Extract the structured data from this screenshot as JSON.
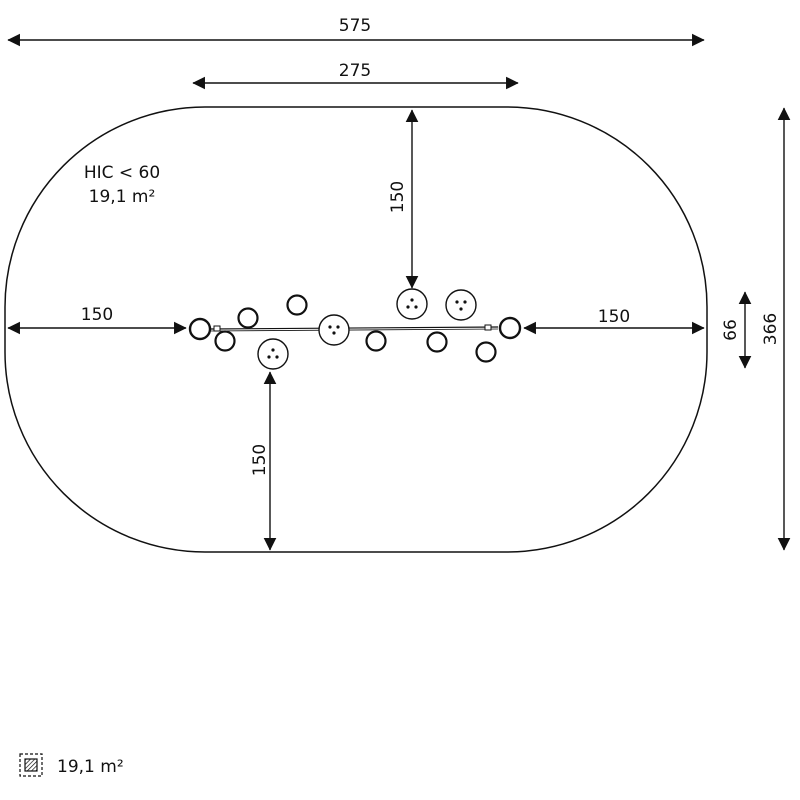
{
  "dimensions": {
    "total_width": "575",
    "inner_width": "275",
    "top_clearance": "150",
    "left_clearance": "150",
    "right_clearance": "150",
    "bottom_clearance": "150",
    "equipment_depth": "66",
    "total_depth": "366"
  },
  "notes": {
    "hic": "HIC < 60",
    "area": "19,1 m²"
  },
  "legend": {
    "area": "19,1 m²",
    "icon": "hatched-square-icon"
  },
  "colors": {
    "stroke": "#111111",
    "background": "#ffffff"
  }
}
